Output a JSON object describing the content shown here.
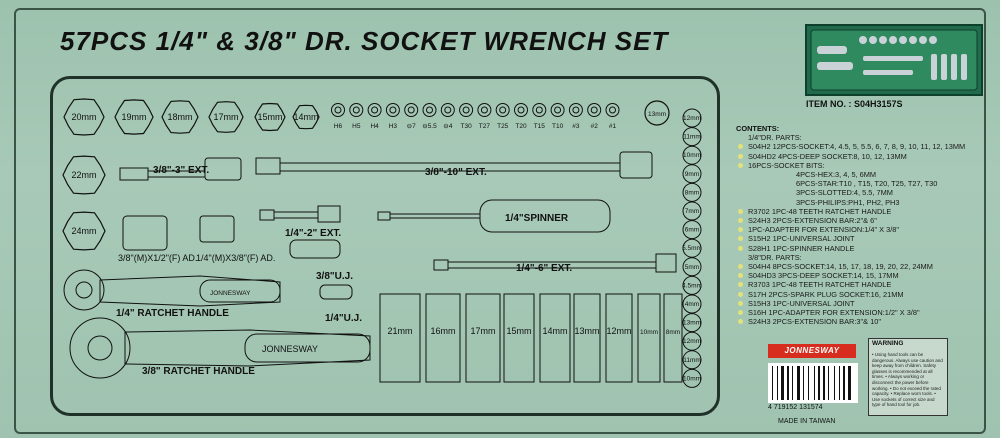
{
  "title": "57PCS 1/4\" & 3/8\" DR. SOCKET WRENCH SET",
  "item_no": "ITEM NO. : S04H3157S",
  "tray": {
    "sockets_large": [
      "20mm",
      "19mm",
      "18mm",
      "17mm",
      "15mm",
      "14mm"
    ],
    "bits_top": [
      "H6",
      "H5",
      "H4",
      "H3",
      "⊖7",
      "⊖5.5",
      "⊖4",
      "T30",
      "T27",
      "T25",
      "T20",
      "T15",
      "T10",
      "#3",
      "#2",
      "#1"
    ],
    "socket_13": "13mm",
    "right_column": [
      "12mm",
      "11mm",
      "10mm",
      "9mm",
      "8mm",
      "7mm",
      "6mm",
      "5.5mm",
      "5mm",
      "4.5mm",
      "4mm",
      "13mm",
      "12mm",
      "11mm",
      "10mm"
    ],
    "left_column": [
      "22mm",
      "24mm"
    ],
    "labels": {
      "ext3": "3/8\"-3\" EXT.",
      "ext10": "3/8\"-10\" EXT.",
      "spinner": "1/4\"SPINNER",
      "ext2": "1/4\"-2\" EXT.",
      "ad1": "3/8\"(M)X1/2\"(F) AD.",
      "ad2": "1/4\"(M)X3/8\"(F) AD.",
      "ext6": "1/4\"-6\" EXT.",
      "uj38": "3/8\"U.J.",
      "uj14": "1/4\"U.J.",
      "ratchet14": "1/4\" RATCHET HANDLE",
      "ratchet38": "3/8\" RATCHET HANDLE",
      "brand_handle": "JONNESWAY"
    },
    "deep_sockets": [
      "21mm",
      "16mm",
      "17mm",
      "15mm",
      "14mm",
      "13mm",
      "12mm",
      "10mm",
      "8mm"
    ]
  },
  "contents": {
    "heading": "CONTENTS:",
    "rows": [
      {
        "text": "1/4\"DR. PARTS:",
        "dot": false,
        "indent": false
      },
      {
        "text": "S04H2  12PCS-SOCKET:4, 4.5, 5, 5.5, 6, 7, 8, 9, 10, 11, 12, 13MM",
        "dot": true,
        "indent": false
      },
      {
        "text": "S04HD2  4PCS-DEEP SOCKET:8, 10, 12, 13MM",
        "dot": true,
        "indent": false
      },
      {
        "text": "16PCS-SOCKET BITS:",
        "dot": true,
        "indent": false
      },
      {
        "text": "4PCS-HEX:3, 4, 5, 6MM",
        "dot": false,
        "indent": true
      },
      {
        "text": "6PCS-STAR:T10 , T15, T20, T25, T27, T30",
        "dot": false,
        "indent": true
      },
      {
        "text": "3PCS-SLOTTED:4, 5.5, 7MM",
        "dot": false,
        "indent": true
      },
      {
        "text": "3PCS-PHILIPS:PH1, PH2, PH3",
        "dot": false,
        "indent": true
      },
      {
        "text": "R3702  1PC-48 TEETH RATCHET HANDLE",
        "dot": true,
        "indent": false
      },
      {
        "text": "S24H3  2PCS-EXTENSION BAR:2\"& 6\"",
        "dot": true,
        "indent": false
      },
      {
        "text": "1PC-ADAPTER FOR EXTENSION:1/4\" X 3/8\"",
        "dot": true,
        "indent": false
      },
      {
        "text": "S15H2  1PC-UNIVERSAL JOINT",
        "dot": true,
        "indent": false
      },
      {
        "text": "S28H1  1PC-SPINNER HANDLE",
        "dot": true,
        "indent": false
      },
      {
        "text": "3/8\"DR. PARTS:",
        "dot": false,
        "indent": false
      },
      {
        "text": "S04H4  8PCS-SOCKET:14, 15, 17, 18, 19, 20, 22, 24MM",
        "dot": true,
        "indent": false
      },
      {
        "text": "S04HD3  3PCS-DEEP SOCKET:14, 15, 17MM",
        "dot": true,
        "indent": false
      },
      {
        "text": "R3703  1PC-48 TEETH RATCHET HANDLE",
        "dot": true,
        "indent": false
      },
      {
        "text": "S17H  2PCS-SPARK PLUG SOCKET:16, 21MM",
        "dot": true,
        "indent": false
      },
      {
        "text": "S15H3  1PC-UNIVERSAL JOINT",
        "dot": true,
        "indent": false
      },
      {
        "text": "S16H  1PC-ADAPTER FOR EXTENSION:1/2\" X 3/8\"",
        "dot": true,
        "indent": false
      },
      {
        "text": "S24H3  2PCS-EXTENSION BAR:3\"& 10\"",
        "dot": true,
        "indent": false
      }
    ]
  },
  "logo": "JONNESWAY",
  "barcode_number": "4 719152 131574",
  "made_in": "MADE IN TAIWAN",
  "warning": {
    "title": "WARNING",
    "body": "• Using hand tools can be dangerous. Always use caution and keep away from children. Safety glasses is recommended at all times. • Always working or disconnect the power before working. • Do not exceed the rated capacity. • Replace worn tools. • Use sockets of correct size and type of hand tool for job."
  },
  "colors": {
    "board": "#a8c9b7",
    "outline": "#1f3129",
    "logo_red": "#d62d1e"
  }
}
